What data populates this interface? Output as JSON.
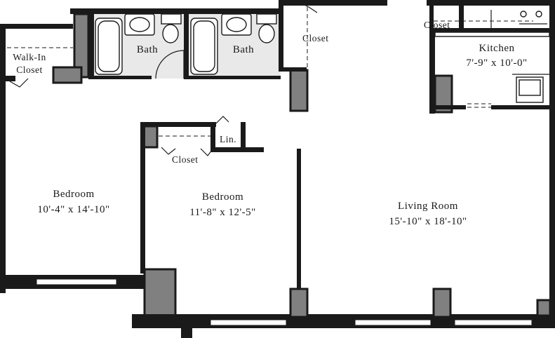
{
  "rooms": {
    "bedroom1": {
      "name": "Bedroom",
      "size": "10'-4\" x 14'-10\""
    },
    "bedroom2": {
      "name": "Bedroom",
      "size": "11'-8\" x 12'-5\""
    },
    "living": {
      "name": "Living Room",
      "size": "15'-10\" x 18'-10\""
    },
    "kitchen": {
      "name": "Kitchen",
      "size": "7'-9\" x 10'-0\""
    },
    "bath1": {
      "name": "Bath"
    },
    "bath2": {
      "name": "Bath"
    }
  },
  "closets": {
    "walk_in_line1": "Walk-In",
    "walk_in_line2": "Closet",
    "hall_closet": "Closet",
    "kitchen_closet": "Closet",
    "bedroom_closet": "Closet",
    "linen": "Lin."
  },
  "colors": {
    "wall": "#1a1a1a",
    "column": "#808080",
    "bath_floor": "#e9e9e9",
    "background": "#ffffff"
  }
}
